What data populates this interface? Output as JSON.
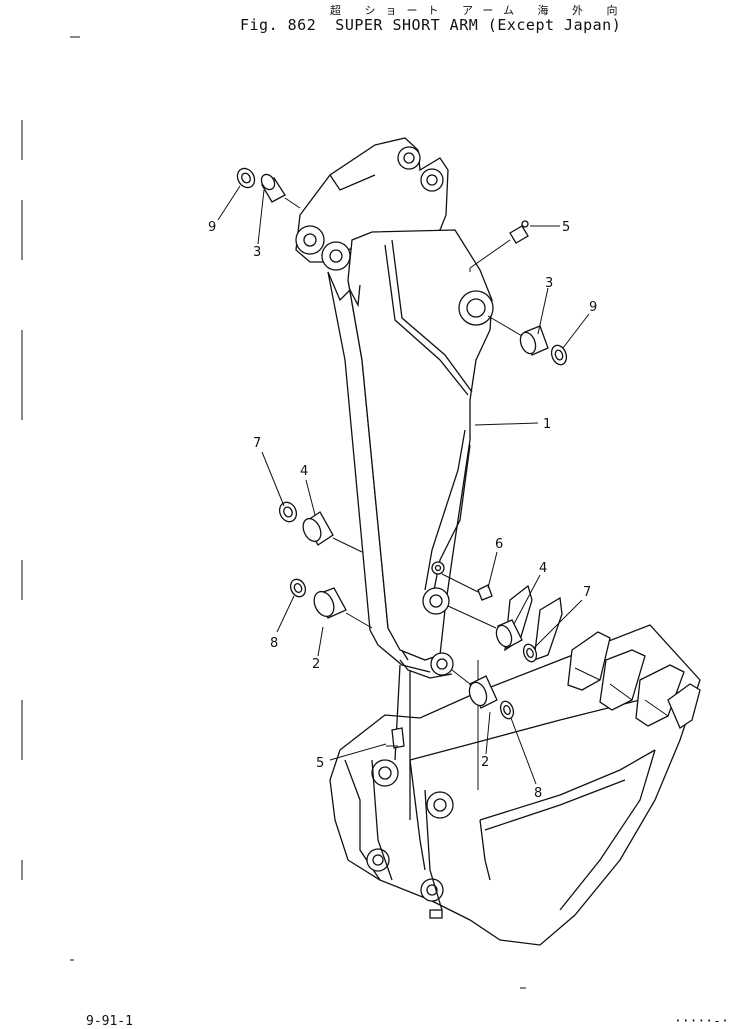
{
  "header": {
    "japanese_title": "超 ショート アーム 海 外 向",
    "title": "Fig. 862  SUPER SHORT ARM (Except Japan)"
  },
  "footer": {
    "left_code": "9-91-1",
    "right_code": "·····-·"
  },
  "callouts": {
    "c1": "1",
    "c2a": "2",
    "c2b": "2",
    "c3a": "3",
    "c3b": "3",
    "c4a": "4",
    "c4b": "4",
    "c5a": "5",
    "c5b": "5",
    "c6": "6",
    "c7a": "7",
    "c7b": "7",
    "c8a": "8",
    "c8b": "8",
    "c9a": "9",
    "c9b": "9"
  }
}
